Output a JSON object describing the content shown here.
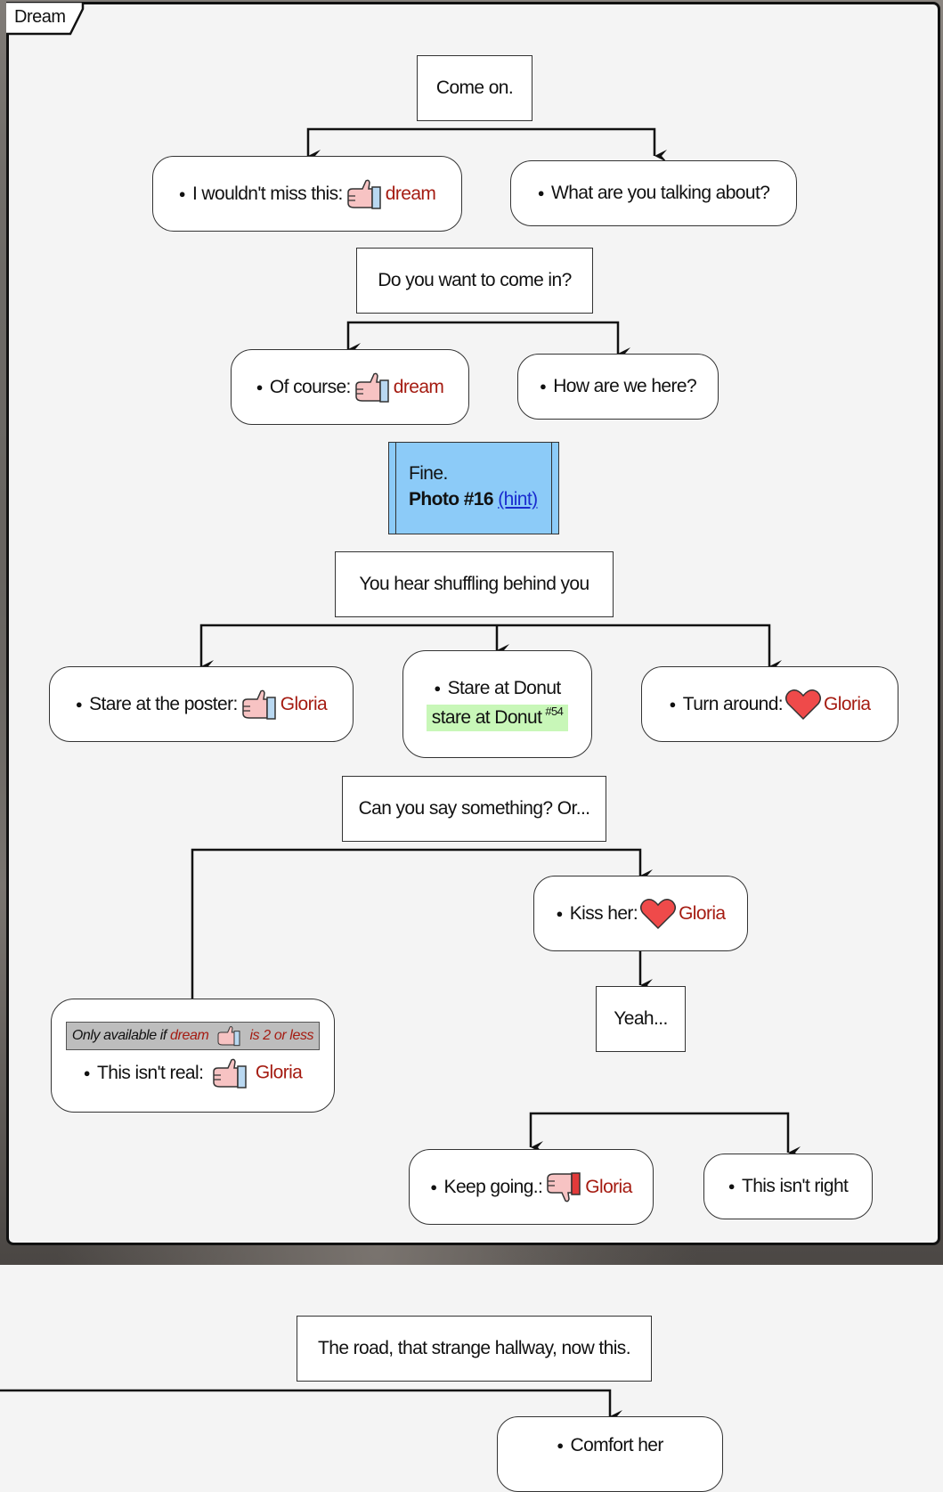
{
  "frame": {
    "title": "Dream"
  },
  "nodes": {
    "come_on": "Come on.",
    "wouldnt_miss": {
      "text": "I wouldn't miss this:",
      "target": "dream"
    },
    "what_talking": "What are you talking about?",
    "want_come_in": "Do you want to come in?",
    "of_course": {
      "text": "Of course:",
      "target": "dream"
    },
    "how_here": "How are we here?",
    "fine": {
      "line1": "Fine.",
      "photo": "Photo #16",
      "hint": "(hint)"
    },
    "shuffling": "You hear shuffling behind you",
    "stare_poster": {
      "text": "Stare at the poster:",
      "target": "Gloria"
    },
    "stare_donut": {
      "text": "Stare at Donut",
      "tag": "stare at Donut",
      "tag_num": "#54"
    },
    "turn_around": {
      "text": "Turn around:",
      "target": "Gloria"
    },
    "say_something": "Can you say something? Or...",
    "kiss_her": {
      "text": "Kiss her:",
      "target": "Gloria"
    },
    "yeah": "Yeah...",
    "isnt_real": {
      "cond_prefix": "Only available if",
      "cond_var": "dream",
      "cond_suffix": "is 2 or less",
      "text": "This isn't real:",
      "target": "Gloria"
    },
    "keep_going": {
      "text": "Keep going.:",
      "target": "Gloria"
    },
    "isnt_right": "This isn't right",
    "road": "The road, that strange hallway, now this.",
    "comfort": "Comfort her"
  },
  "icons": {
    "thumbs_up": "thumbs-up-icon",
    "thumbs_down": "thumbs-down-icon",
    "heart": "heart-icon"
  },
  "colors": {
    "target_text": "#a51c12",
    "hint_box": "#8ccbf8",
    "tag_green": "#c8f7b8",
    "condition_gray": "#bdbdbd"
  }
}
